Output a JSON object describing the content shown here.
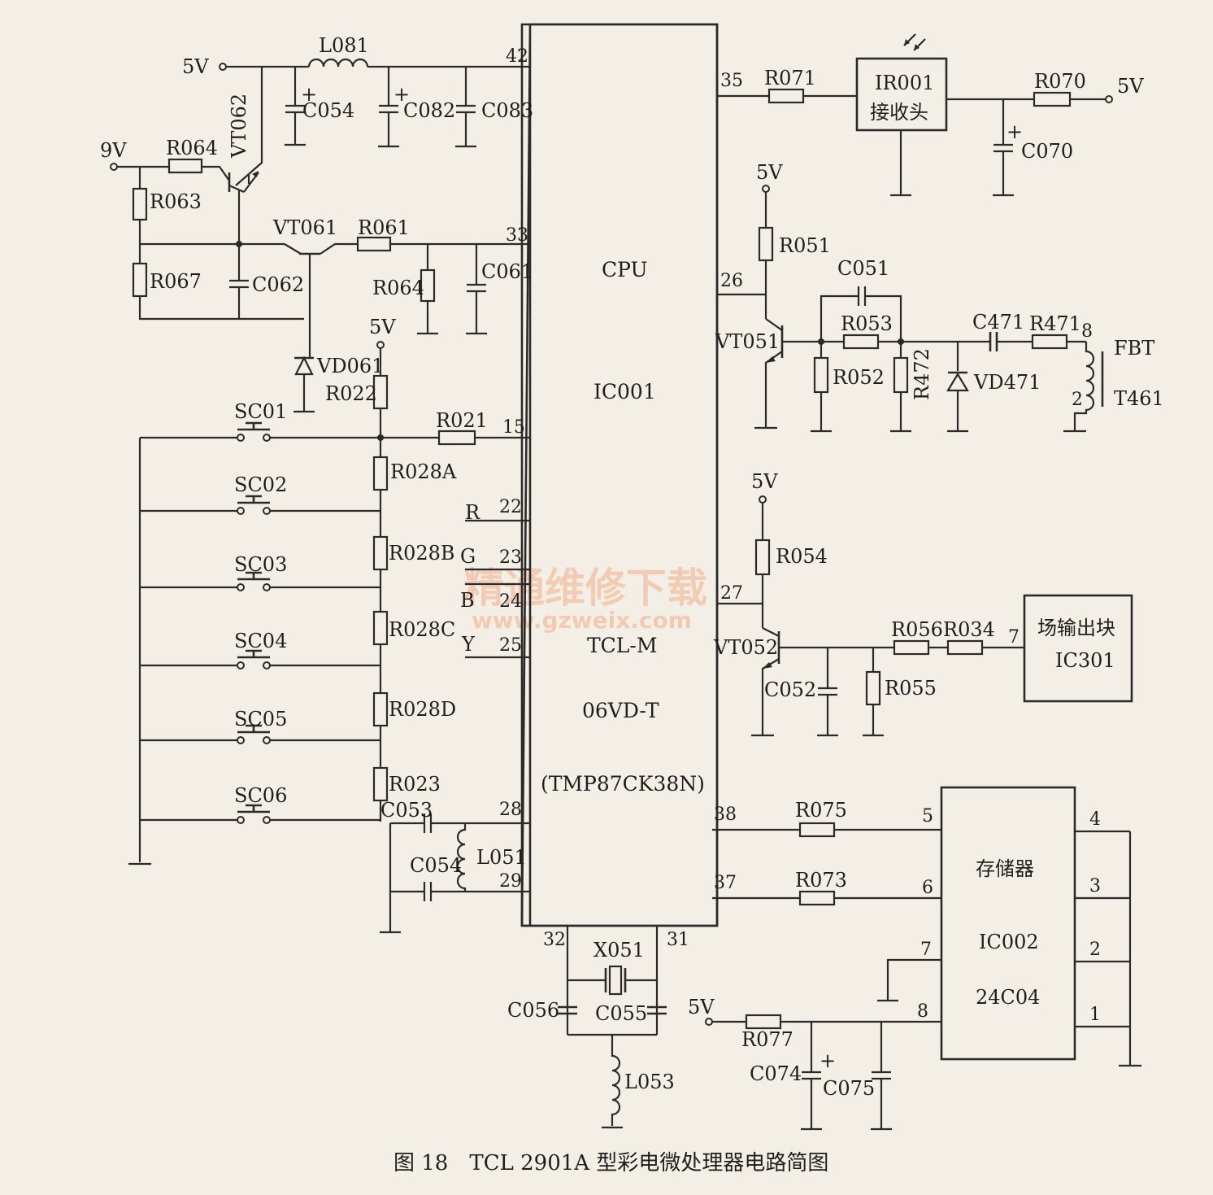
{
  "caption": "图 18　TCL 2901A 型彩电微处理器电路简图",
  "watermark": {
    "line1": "精通维修下载",
    "line2": "www.gzweix.com"
  },
  "ic001": {
    "l1": "CPU",
    "l2": "IC001",
    "l3": "TCL-M",
    "l4": "06VD-T",
    "l5": "(TMP87CK38N)"
  },
  "ir001": {
    "l1": "IR001",
    "l2": "接收头"
  },
  "ic301": {
    "l1": "场输出块",
    "l2": "IC301"
  },
  "ic002": {
    "l1": "存储器",
    "l2": "IC002",
    "l3": "24C04"
  },
  "fbt": {
    "l1": "FBT",
    "l2": "T461"
  },
  "signals": {
    "r": "R",
    "g": "G",
    "b": "B",
    "y": "Y"
  },
  "supplies": {
    "v5": "5V",
    "v9": "9V"
  },
  "pins": {
    "p42": "42",
    "p33": "33",
    "p15": "15",
    "p22": "22",
    "p23": "23",
    "p24": "24",
    "p25": "25",
    "p28": "28",
    "p29": "29",
    "p32": "32",
    "p31": "31",
    "p35": "35",
    "p26": "26",
    "p27": "27",
    "p38": "38",
    "p37": "37",
    "m5": "5",
    "m6": "6",
    "m7": "7",
    "m8": "8",
    "m4": "4",
    "m3": "3",
    "m2": "2",
    "m1": "1",
    "ic301_7": "7",
    "fbt8": "8",
    "fbt2": "2"
  },
  "labels": {
    "L081": "L081",
    "C054a": "C054",
    "C082": "C082",
    "C083": "C083",
    "VT062": "VT062",
    "R064a": "R064",
    "R063": "R063",
    "R067": "R067",
    "C062": "C062",
    "VT061": "VT061",
    "R061": "R061",
    "R064b": "R064",
    "C061": "C061",
    "VD061": "VD061",
    "R022": "R022",
    "R021": "R021",
    "SC01": "SC01",
    "SC02": "SC02",
    "SC03": "SC03",
    "SC04": "SC04",
    "SC05": "SC05",
    "SC06": "SC06",
    "R028A": "R028A",
    "R028B": "R028B",
    "R028C": "R028C",
    "R028D": "R028D",
    "R023": "R023",
    "C053": "C053",
    "C054b": "C054",
    "L051": "L051",
    "X051": "X051",
    "C056": "C056",
    "C055": "C055",
    "L053": "L053",
    "R071": "R071",
    "R070": "R070",
    "C070": "C070",
    "R051": "R051",
    "C051": "C051",
    "R053": "R053",
    "VT051": "VT051",
    "R052": "R052",
    "R472": "R472",
    "VD471": "VD471",
    "C471": "C471",
    "R471": "R471",
    "R054": "R054",
    "VT052": "VT052",
    "C052": "C052",
    "R055": "R055",
    "R056": "R056",
    "R034": "R034",
    "R075": "R075",
    "R073": "R073",
    "R077": "R077",
    "C074": "C074",
    "C075": "C075"
  }
}
